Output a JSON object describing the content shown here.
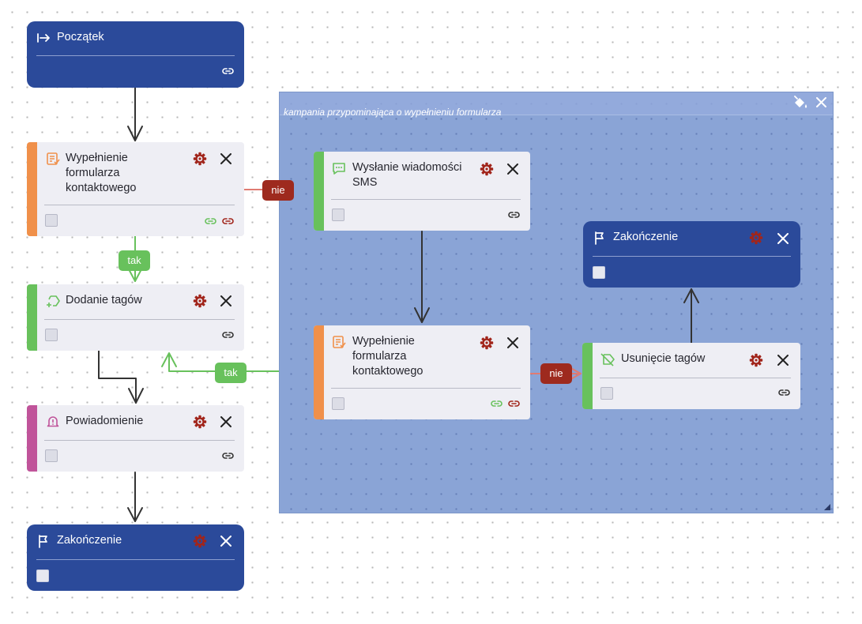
{
  "start_node": {
    "title": "Początek",
    "icon": "arrow-right-to-line-icon",
    "color": "#2b4a9a"
  },
  "group": {
    "title": "kampania przypominająca o wypełnieniu formularza",
    "color": "#8aa4d6",
    "icons": [
      "paint-bucket-icon",
      "close-icon",
      "resize-handle-icon"
    ]
  },
  "main_nodes": {
    "form_fill": {
      "title": "Wypełnienie formularza kontaktowego",
      "icon": "form-icon",
      "accent": "#f0904a"
    },
    "add_tags": {
      "title": "Dodanie tagów",
      "icon": "tag-plus-icon",
      "accent": "#68c15c"
    },
    "notification": {
      "title": "Powiadomienie",
      "icon": "bell-alert-icon",
      "accent": "#c0549a"
    },
    "end": {
      "title": "Zakończenie",
      "icon": "flag-icon",
      "accent": "#2b4a9a"
    }
  },
  "group_nodes": {
    "sms": {
      "title": "Wysłanie wiadomości SMS",
      "icon": "message-icon",
      "accent": "#68c15c"
    },
    "form_fill": {
      "title": "Wypełnienie formularza kontaktowego",
      "icon": "form-icon",
      "accent": "#f0904a"
    },
    "remove_tags": {
      "title": "Usunięcie tagów",
      "icon": "tag-off-icon",
      "accent": "#68c15c"
    },
    "end": {
      "title": "Zakończenie",
      "icon": "flag-icon",
      "accent": "#2b4a9a"
    }
  },
  "edge_labels": {
    "form_yes": "tak",
    "form_no": "nie",
    "group_form_yes": "tak",
    "group_form_no": "nie"
  },
  "colors": {
    "yes": "#68c15c",
    "no": "#9e2a1e",
    "edge": "#333333",
    "gear": "#a1251b"
  }
}
